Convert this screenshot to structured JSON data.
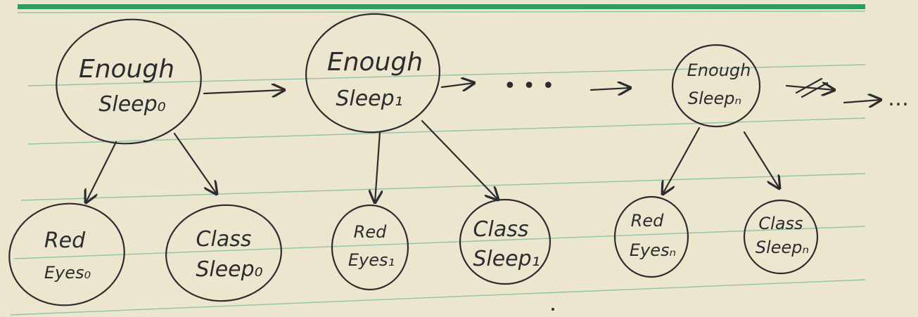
{
  "nodes": {
    "enough_sleep_0": {
      "line1": "Enough",
      "line2": "Sleep₀"
    },
    "enough_sleep_1": {
      "line1": "Enough",
      "line2": "Sleep₁"
    },
    "enough_sleep_n": {
      "line1": "Enough",
      "line2": "Sleepₙ"
    },
    "red_eyes_0": {
      "line1": "Red",
      "line2": "Eyes₀"
    },
    "class_sleep_0": {
      "line1": "Class",
      "line2": "Sleep₀"
    },
    "red_eyes_1": {
      "line1": "Red",
      "line2": "Eyes₁"
    },
    "class_sleep_1": {
      "line1": "Class",
      "line2": "Sleep₁"
    },
    "red_eyes_n": {
      "line1": "Red",
      "line2": "Eyesₙ"
    },
    "class_sleep_n": {
      "line1": "Class",
      "line2": "Sleepₙ"
    }
  },
  "ellipsis_middle": "• • •",
  "ellipsis_end": "…",
  "colors": {
    "paper": "#ece6cf",
    "rule": "#8fc3a6",
    "rule_top": "#2f9a64",
    "ink": "#2c2c30"
  }
}
